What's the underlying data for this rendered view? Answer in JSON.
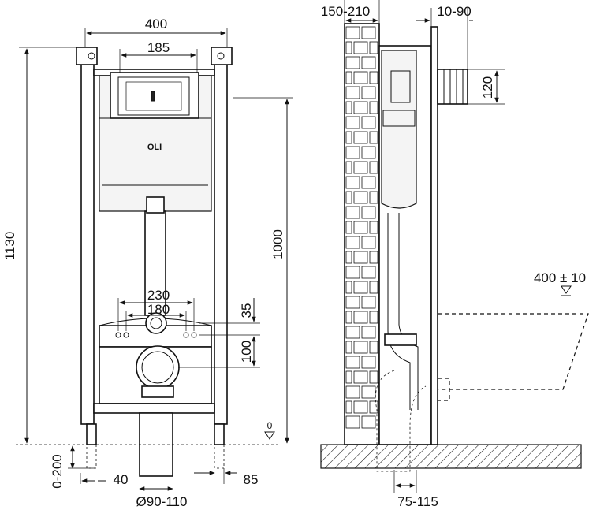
{
  "brand": "OLI",
  "front_view": {
    "width": "400",
    "plate_width": "185",
    "height_total": "1130",
    "height_top": "1000",
    "bolt_spacing_outer": "230",
    "bolt_spacing_inner": "180",
    "offset_upper": "35",
    "offset_lower": "100",
    "leg_adjust": "0-200",
    "leg_offset_left": "40",
    "leg_offset_right": "85",
    "drain_diameter": "Ø90-110",
    "floor_marker": "0"
  },
  "side_view": {
    "wall_depth": "150-210",
    "plate_offset": "10-90",
    "inlet_height": "120",
    "bowl_height": "400 ± 10",
    "drain_offset": "75-115"
  }
}
